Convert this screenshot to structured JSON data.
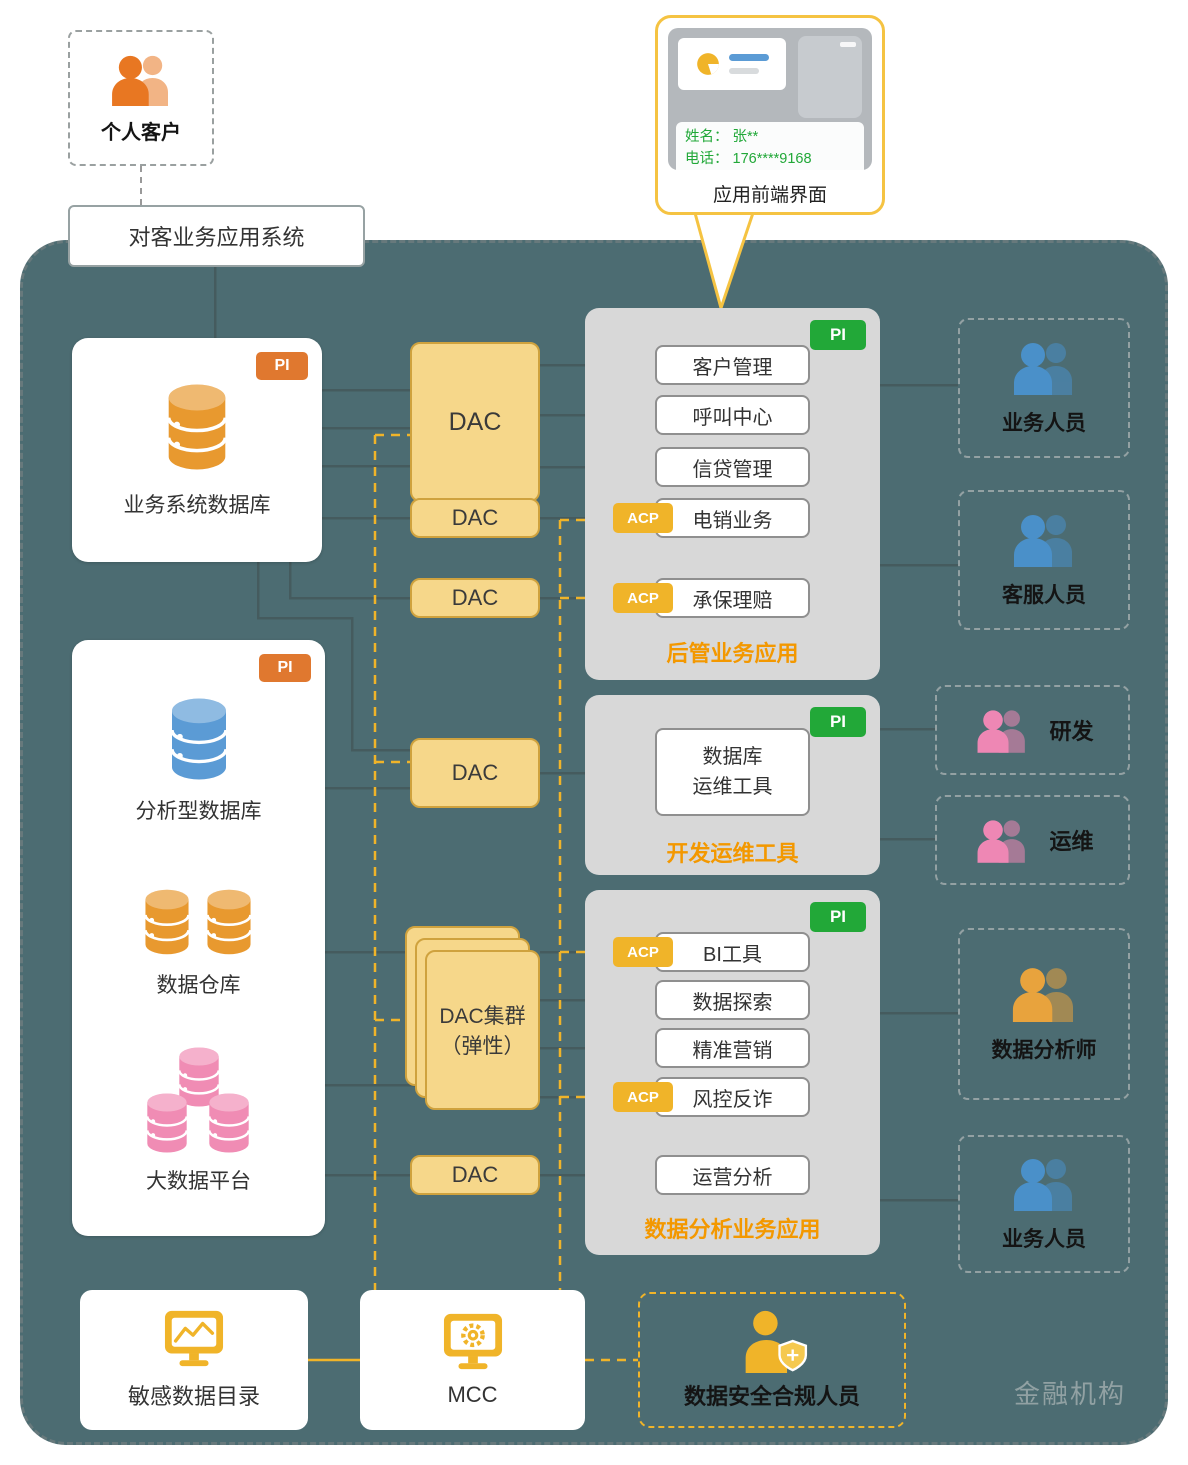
{
  "top": {
    "personal_customer": "个人客户",
    "customer_app_system": "对客业务应用系统"
  },
  "callout": {
    "label": "应用前端界面",
    "name_line": "姓名： 张**",
    "phone_line": "电话： 176****9168"
  },
  "badges": {
    "pi": "PI",
    "acp": "ACP"
  },
  "left": {
    "business_db": "业务系统数据库",
    "analytical_db": "分析型数据库",
    "data_warehouse": "数据仓库",
    "big_data": "大数据平台"
  },
  "dac": {
    "label": "DAC",
    "cluster_line1": "DAC集群",
    "cluster_line2": "（弹性）"
  },
  "panels": {
    "backoffice": {
      "title": "后管业务应用",
      "items": [
        "客户管理",
        "呼叫中心",
        "信贷管理",
        "电销业务",
        "承保理赔"
      ]
    },
    "devops": {
      "title": "开发运维工具",
      "tool_line1": "数据库",
      "tool_line2": "运维工具"
    },
    "analytics": {
      "title": "数据分析业务应用",
      "items": [
        "BI工具",
        "数据探索",
        "精准营销",
        "风控反诈",
        "运营分析"
      ]
    }
  },
  "people": {
    "business1": "业务人员",
    "support": "客服人员",
    "rd": "研发",
    "ops": "运维",
    "analyst": "数据分析师",
    "business2": "业务人员"
  },
  "bottom": {
    "catalog": "敏感数据目录",
    "mcc": "MCC",
    "security": "数据安全合规人员"
  },
  "org": "金融机构",
  "colors": {
    "teal_bg": "#4C6C72",
    "accent_yellow": "#F0B429",
    "pi_orange": "#E0782F",
    "pi_green": "#22A838",
    "title_orange": "#F39800",
    "dac_fill": "#F6D78A",
    "masked_text_green": "#21A838"
  }
}
